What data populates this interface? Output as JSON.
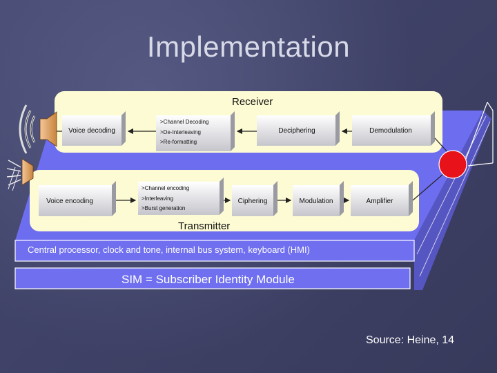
{
  "slide": {
    "title": "Implementation",
    "source": "Source: Heine, 14"
  },
  "receiver": {
    "label": "Receiver",
    "voice_decoding": "Voice decoding",
    "channel_decoding": [
      ">Channel Decoding",
      ">De-Interleaving",
      ">Re-formatting"
    ],
    "deciphering": "Deciphering",
    "demodulation": "Demodulation"
  },
  "transmitter": {
    "label": "Transmitter",
    "voice_encoding": "Voice encoding",
    "channel_encoding": [
      ">Channel encoding",
      ">Interleaving",
      ">Burst generation"
    ],
    "ciphering": "Ciphering",
    "modulation": "Modulation",
    "amplifier": "Amplifier"
  },
  "layers": {
    "central_processor": "Central processor, clock and tone, internal bus system, keyboard (HMI)",
    "sim": "SIM = Subscriber Identity Module"
  },
  "colors": {
    "platform_blue": "#6f6ff0",
    "pad_yellow": "#fdfbd4",
    "box_top": "#ffffff",
    "box_bottom": "#c7c7cd",
    "antenna_red": "#e8121a"
  },
  "icons": [
    "speaker-icon",
    "microphone-icon",
    "antenna-icon"
  ]
}
